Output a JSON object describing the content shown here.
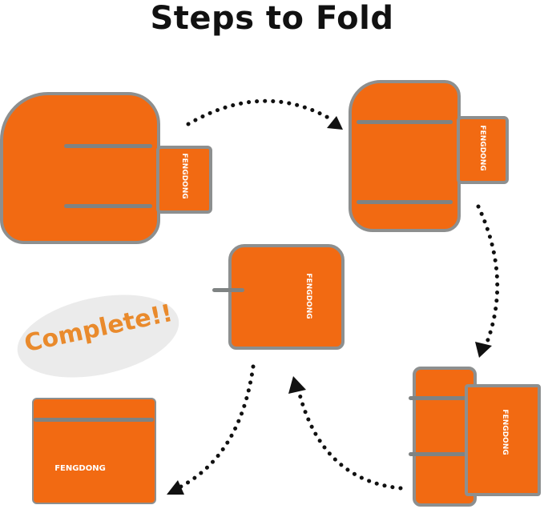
{
  "title": "Steps to Fold",
  "complete_label": "Complete!!",
  "brand": "FENGDONG",
  "colors": {
    "bag": "#f26a12",
    "trim": "#8d8f8f",
    "complete_text": "#e98a2c"
  }
}
